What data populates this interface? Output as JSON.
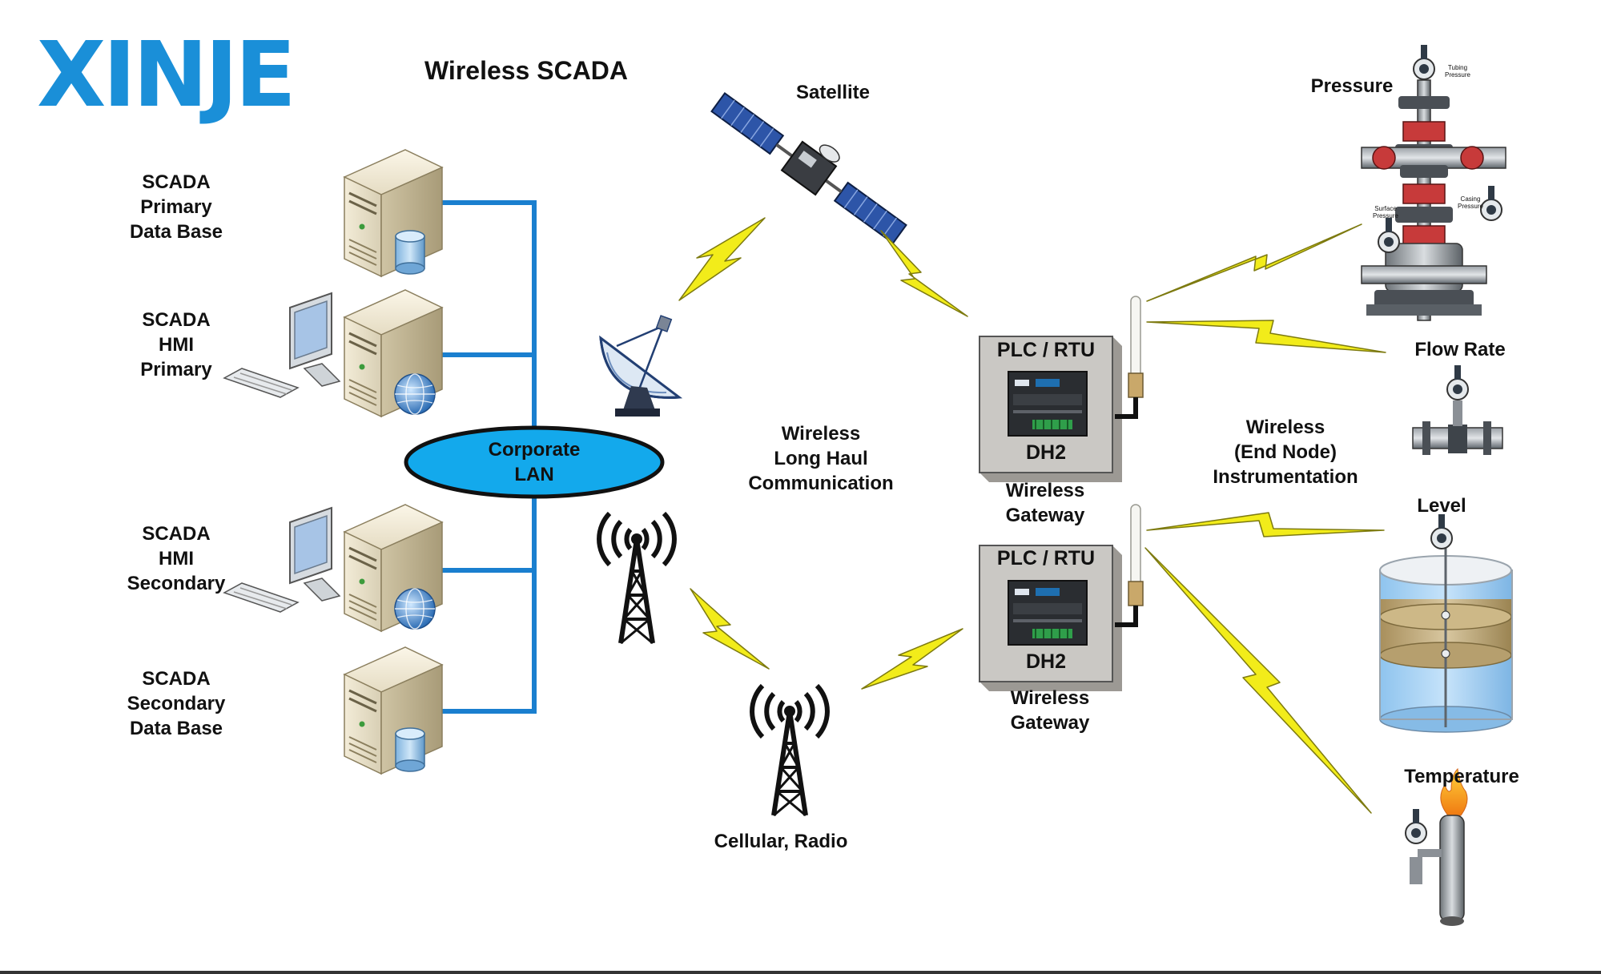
{
  "logo": {
    "text": "XINJE",
    "color": "#1a8fd8"
  },
  "title": "Wireless SCADA",
  "servers": {
    "primary_db": [
      "SCADA",
      "Primary",
      "Data Base"
    ],
    "hmi_primary": [
      "SCADA",
      "HMI",
      "Primary"
    ],
    "hmi_secondary": [
      "SCADA",
      "HMI",
      "Secondary"
    ],
    "secondary_db": [
      "SCADA",
      "Secondary",
      "Data Base"
    ]
  },
  "lan": {
    "line1": "Corporate",
    "line2": "LAN",
    "fill": "#13a9ec",
    "wire_color": "#1a7fcf"
  },
  "satellite_label": "Satellite",
  "long_haul": [
    "Wireless",
    "Long Haul",
    "Communication"
  ],
  "cellular_label": "Cellular, Radio",
  "gateways": [
    {
      "header": "PLC / RTU",
      "model": "DH2",
      "caption": [
        "Wireless",
        "Gateway"
      ]
    },
    {
      "header": "PLC / RTU",
      "model": "DH2",
      "caption": [
        "Wireless",
        "Gateway"
      ]
    }
  ],
  "end_node": [
    "Wireless",
    "(End Node)",
    "Instrumentation"
  ],
  "instruments": {
    "pressure": "Pressure",
    "flow": "Flow Rate",
    "level": "Level",
    "temperature": "Temperature"
  },
  "wellhead_labels": {
    "tubing": [
      "Tubing",
      "Pressure"
    ],
    "surface": [
      "Surface",
      "Pressure"
    ],
    "casing": [
      "Casing",
      "Pressure"
    ]
  },
  "colors": {
    "bolt": "#f2ec1a",
    "bolt_edge": "#7d7a10",
    "gateway_box": "#c9c7c3",
    "tank_water": "#a9d2f2",
    "tank_oil": "#c7b48a"
  }
}
